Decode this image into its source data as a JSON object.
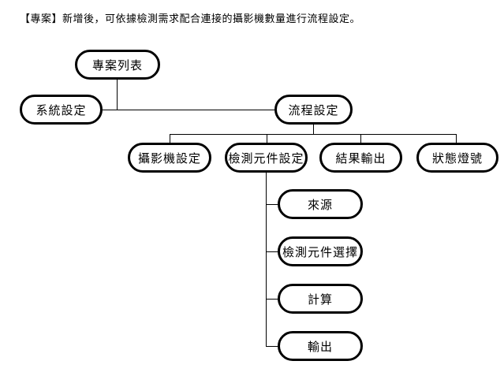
{
  "page": {
    "description": "【專案】新增後，可依據檢測需求配合連接的攝影機數量進行流程設定。"
  },
  "diagram": {
    "type": "tree",
    "nodes": {
      "project_list": "專案列表",
      "system_settings": "系統設定",
      "flow_settings": "流程設定",
      "camera_settings": "攝影機設定",
      "inspection_component_settings": "檢測元件設定",
      "result_output": "結果輸出",
      "status_light": "狀態燈號",
      "source": "來源",
      "inspection_component_select": "檢測元件選擇",
      "calculation": "計算",
      "output": "輸出"
    },
    "hierarchy": {
      "專案列表": [
        "系統設定",
        "流程設定"
      ],
      "流程設定": [
        "攝影機設定",
        "檢測元件設定",
        "結果輸出",
        "狀態燈號"
      ],
      "檢測元件設定": [
        "來源",
        "檢測元件選擇",
        "計算",
        "輸出"
      ]
    },
    "colors": {
      "background": "#ffffff",
      "box_border": "#000000",
      "connector": "#000000",
      "text": "#000000"
    }
  }
}
